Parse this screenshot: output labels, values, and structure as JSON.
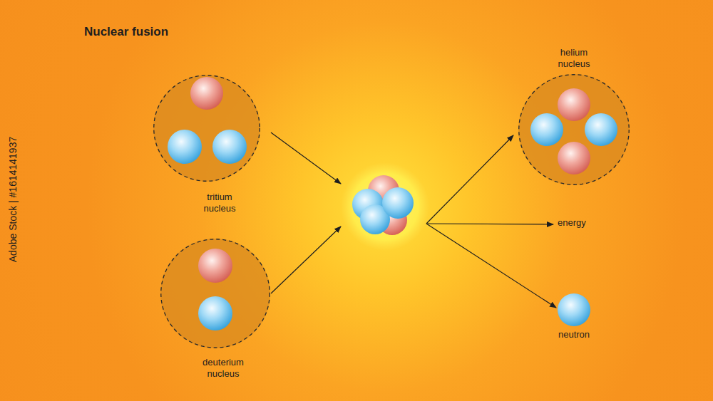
{
  "diagram": {
    "title": "Nuclear fusion",
    "nodes": [
      {
        "text": [
          "tritium nucleus"
        ]
      },
      {
        "text": [
          "deuterium nucleus"
        ]
      },
      {
        "text": [
          "helium nucleus"
        ]
      },
      {
        "text": [
          "neutron"
        ]
      }
    ],
    "labels": [
      "energy",
      "Adobe Stock | #1614141937"
    ]
  }
}
